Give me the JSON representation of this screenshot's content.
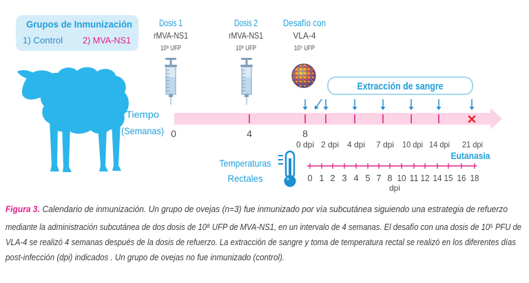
{
  "figure": {
    "groups": {
      "title": "Grupos de Inmunización",
      "items": [
        "1) Control",
        "2) MVA-NS1"
      ]
    },
    "events": [
      {
        "title": "Dosis 1",
        "agent": "rMVA-NS1",
        "amount": "10⁸ UFP",
        "icon": "syringe-icon"
      },
      {
        "title": "Dosis 2",
        "agent": "rMVA-NS1",
        "amount": "10⁸ UFP",
        "icon": "syringe-icon"
      },
      {
        "title": "Desafío con",
        "agent": "VLA-4",
        "amount": "10⁵ UFP",
        "icon": "virus-icon"
      }
    ],
    "blood_sampling_label": "Extracción de sangre",
    "time_axis": {
      "label": [
        "Tiempo",
        "(Semanas)"
      ],
      "weeks": [
        "0",
        "4",
        "8"
      ],
      "dpi_labels": [
        "0 dpi",
        "2 dpi",
        "4 dpi",
        "7 dpi",
        "10 dpi",
        "14 dpi",
        "21 dpi"
      ],
      "end_marker": "Eutanasia"
    },
    "temperature_axis": {
      "label": [
        "Temperaturas",
        "Rectales"
      ],
      "days": [
        "0",
        "1",
        "2",
        "3",
        "4",
        "5",
        "7",
        "8",
        "10",
        "11",
        "12",
        "14",
        "15",
        "16",
        "18"
      ],
      "unit": "dpi"
    }
  },
  "caption": {
    "label": "Figura 3.",
    "lines": [
      "Calendario de inmunización. Un grupo de ovejas (n=3) fue inmunizado por vía subcutánea siguiendo una estrategia de refuerzo",
      "mediante la administración subcutánea de dos dosis de 10⁸ UFP de MVA-NS1, en un intervalo de 4 semanas. El desafío con una dosis de 10⁵ PFU de",
      "VLA-4 se realizó 4 semanas después de la dosis de refuerzo. La extracción de sangre y toma de temperatura rectal se realizó en los diferentes días",
      "post-infección (dpi) indicados . Un grupo de ovejas no fue inmunizado (control)."
    ]
  },
  "icons": [
    "sheep-icon",
    "syringe-icon",
    "virus-icon",
    "down-arrow-icon",
    "cross-icon",
    "thermometer-icon"
  ],
  "colors": {
    "accent_teal": "#1e9fd9",
    "magenta": "#e0218a",
    "control_blue": "#2a8ad0",
    "timeline_pink": "#fbd3e4",
    "sheep": "#2bb5ea",
    "box_fill": "#d5edf8",
    "arrow_blue": "#2b8ed0",
    "euthanasia_mark": "#e3262d",
    "text_dark": "#4a4a4a"
  }
}
